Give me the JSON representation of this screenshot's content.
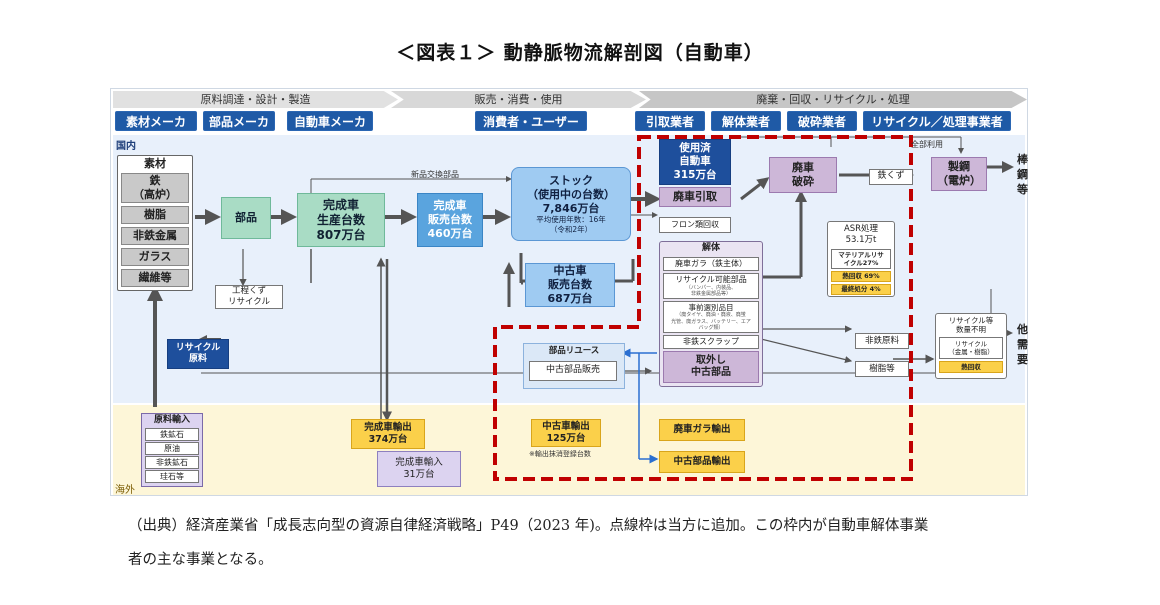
{
  "title": "＜図表１＞ 動静脈物流解剖図（自動車）",
  "phases": [
    "原料調達・設計・製造",
    "販売・消費・使用",
    "廃棄・回収・リサイクル・処理"
  ],
  "actors": [
    "素材メーカ",
    "部品メーカ",
    "自動車メーカ",
    "消費者・ユーザー",
    "引取業者",
    "解体業者",
    "破砕業者",
    "リサイクル／処理事業者"
  ],
  "regions": {
    "domestic": "国内",
    "overseas": "海外"
  },
  "materials": {
    "header": "素材",
    "iron": "鉄\n（高炉）",
    "items": [
      "樹脂",
      "非鉄金属",
      "ガラス",
      "繊維等"
    ]
  },
  "parts": "部品",
  "production": "完成車\n生産台数\n807万台",
  "sales": "完成車\n販売台数\n460万台",
  "newparts": "新品交換部品",
  "stock": {
    "title": "ストック\n（使用中の台数）\n7,846万台",
    "note": "平均使用年数：16年\n（令和2年）"
  },
  "used_car": "中古車\n販売台数\n687万台",
  "scrap": "工程くず\nリサイクル",
  "recycle_material": "リサイクル\n原料",
  "eol": "使用済\n自動車\n315万台",
  "hikitori": "廃車引取",
  "freon": "フロン類回収",
  "dismantle": {
    "header": "解体",
    "gara": "廃車ガラ（鉄主体）",
    "reusable": "リサイクル可能部品",
    "reusable_sub": "（バンパー、内装品、\n非鉄金属部品等）",
    "pre": "事前選別品目",
    "pre_sub": "（廃タイヤ、廃油・廃液、廃蛍\n光管、廃ガラス、バッテリー、エア\nバッグ類）",
    "nonferrous_scrap": "非鉄スクラップ",
    "removed": "取外し\n中古部品"
  },
  "shred": "廃車\n破砕",
  "asr": {
    "title": "ASR処理\n53.1万t",
    "mat": "マテリアルリサ\nイクル27%",
    "heat": "熱回収 69%",
    "final": "最終処分 4%"
  },
  "zenbu": "全部利用",
  "iron_scrap": "鉄くず",
  "steel": "製鋼\n（電炉）",
  "bar_steel": "棒\n鋼\n等",
  "nonferrous_raw": "非鉄原料",
  "resin": "樹脂等",
  "recycle_box": {
    "title": "リサイクル等\n数量不明",
    "sub": "リサイクル\n（金属・樹脂）",
    "heat": "熱回収"
  },
  "other_demand": "他\n需\n要",
  "parts_reuse": "部品リユース",
  "used_parts_sales": "中古部品販売",
  "import_raw": {
    "header": "原料輸入",
    "items": [
      "鉄鉱石",
      "原油",
      "非鉄鉱石",
      "珪石等"
    ]
  },
  "export_new": "完成車輸出\n374万台",
  "import_new": "完成車輸入\n31万台",
  "export_used": "中古車輸出\n125万台",
  "export_used_note": "※輸出抹消登録台数",
  "export_gara": "廃車ガラ輸出",
  "export_parts": "中古部品輸出",
  "caption_line1": "（出典）経済産業省「成長志向型の資源自律経済戦略」P49（2023 年)。点線枠は当方に追加。この枠内が自動車解体事業",
  "caption_line2": "者の主な事業となる。",
  "colors": {
    "accent_navy": "#1f5aa6",
    "dashed_frame": "#c00000",
    "domestic_bg": "#e9f1fb",
    "overseas_bg": "#fdf6d8"
  }
}
